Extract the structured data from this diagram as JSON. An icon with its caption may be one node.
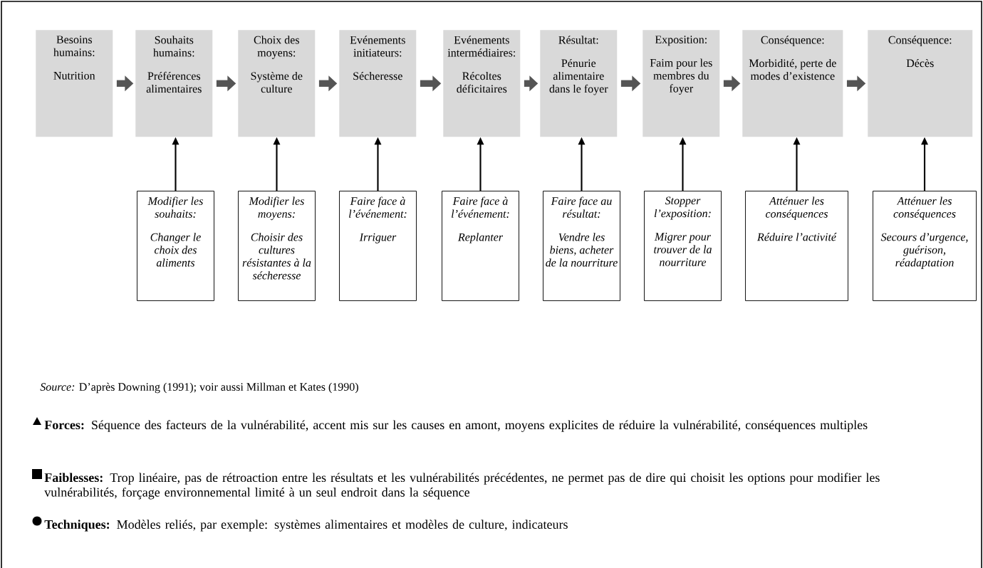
{
  "diagram": {
    "nodes": [
      {
        "text": [
          "Besoins humains:",
          "Nutrition"
        ]
      },
      {
        "text": [
          "Souhaits humains:",
          "Préférences alimentaires"
        ]
      },
      {
        "text": [
          "Choix des moyens:",
          "Système de culture"
        ]
      },
      {
        "text": [
          "Evénements initiateurs:",
          "Sécheresse"
        ]
      },
      {
        "text": [
          "Evénements intermédiaires:",
          "Récoltes déficitaires"
        ]
      },
      {
        "text": [
          "Résultat:",
          "Pénurie alimentaire dans le foyer"
        ]
      },
      {
        "text": [
          "Exposition:",
          "Faim pour les membres du foyer"
        ]
      },
      {
        "text": [
          "Conséquence:",
          "Morbidité, perte de modes d’existence"
        ]
      },
      {
        "text": [
          "Conséquence:",
          "Décès"
        ]
      },
      {
        "text": [
          "Modifier les souhaits:",
          "Changer le choix des aliments"
        ]
      },
      {
        "text": [
          "Modifier les moyens:",
          "Choisir des cultures résistantes à la sécheresse"
        ]
      },
      {
        "text": [
          "Faire face à l’événement:",
          "Irriguer"
        ]
      },
      {
        "text": [
          "Faire face à l’événement:",
          "Replanter"
        ]
      },
      {
        "text": [
          "Faire face au résultat:",
          "Vendre les biens, acheter de la nourriture"
        ]
      },
      {
        "text": [
          "Stopper l’exposition:",
          "Migrer pour trouver de la nourriture"
        ]
      },
      {
        "text": [
          "Atténuer les conséquences",
          "Réduire l’activité"
        ]
      },
      {
        "text": [
          "Atténuer les conséquences",
          "Secours d’urgence, guérison, réadaptation"
        ]
      }
    ],
    "edges": [
      {
        "from": 0,
        "to": 1,
        "arrow": "to",
        "style": "thick",
        "color": "#555555"
      },
      {
        "from": 1,
        "to": 2,
        "arrow": "to",
        "style": "thick",
        "color": "#555555"
      },
      {
        "from": 2,
        "to": 3,
        "arrow": "to",
        "style": "thick",
        "color": "#555555"
      },
      {
        "from": 3,
        "to": 4,
        "arrow": "to",
        "style": "thick",
        "color": "#555555"
      },
      {
        "from": 4,
        "to": 5,
        "arrow": "to",
        "style": "thick",
        "color": "#555555"
      },
      {
        "from": 5,
        "to": 6,
        "arrow": "to",
        "style": "thick",
        "color": "#555555"
      },
      {
        "from": 6,
        "to": 7,
        "arrow": "to",
        "style": "thick",
        "color": "#555555"
      },
      {
        "from": 7,
        "to": 8,
        "arrow": "to",
        "style": "thick",
        "color": "#555555"
      },
      {
        "from": 9,
        "to": 1,
        "arrow": "to"
      },
      {
        "from": 10,
        "to": 2,
        "arrow": "to"
      },
      {
        "from": 11,
        "to": 3,
        "arrow": "to"
      },
      {
        "from": 12,
        "to": 4,
        "arrow": "to"
      },
      {
        "from": 13,
        "to": 5,
        "arrow": "to"
      },
      {
        "from": 14,
        "to": 6,
        "arrow": "to"
      },
      {
        "from": 15,
        "to": 7,
        "arrow": "to"
      },
      {
        "from": 16,
        "to": 8,
        "arrow": "to"
      }
    ],
    "labels": [
      "*Source:* D’après Downing (1991); voir aussi Millman et Kates (1990)",
      "**Forces:** Séquence des facteurs de la vulnérabilité, accent mis sur les causes en amont, moyens explicites de réduire la vulnérabilité, conséquences multiples",
      "**Faiblesses:** Trop linéaire, pas de rétroaction entre les résultats et les vulnérabilités précédentes, ne permet pas de dire qui choisit les options pour modifier les vulnérabilités, forçage environnemental limité à un seul endroit dans la séquence",
      "**Techniques:** Modèles reliés, par exemple: systèmes alimentaires et modèles de culture, indicateurs"
    ]
  }
}
